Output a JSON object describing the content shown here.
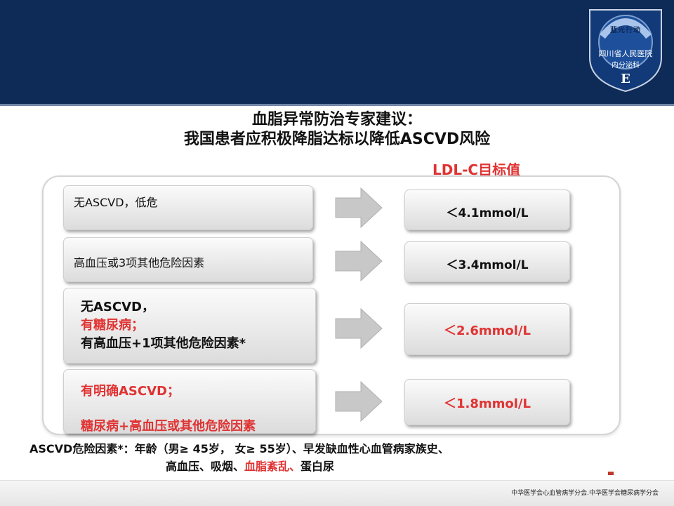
{
  "header": {
    "logo": {
      "arc_text": "蓝光行动",
      "line1": "四川省人民医院",
      "line2": "内分泌科",
      "letter": "E"
    }
  },
  "title": {
    "line1": "血脂异常防治专家建议：",
    "line2": "我国患者应积极降脂达标以降低ASCVD风险"
  },
  "target_heading": "LDL-C目标值",
  "rows": [
    {
      "condition": [
        "无ASCVD，低危"
      ],
      "target": "＜4.1mmol/L"
    },
    {
      "condition": [
        "高血压或3项其他危险因素"
      ],
      "target": "＜3.4mmol/L"
    },
    {
      "condition": [
        "无ASCVD，",
        "有糖尿病；",
        "有高血压+1项其他危险因素*"
      ],
      "target": "＜2.6mmol/L"
    },
    {
      "condition": [
        "有明确ASCVD；",
        "糖尿病+高血压或其他危险因素"
      ],
      "target": "＜1.8mmol/L"
    }
  ],
  "footnote": {
    "line1": "ASCVD危险因素*：年龄（男≥ 45岁， 女≥ 55岁）、早发缺血性心血管病家族史、",
    "line2_a": "高血压、吸烟、",
    "line2_red": "血脂紊乱、",
    "line2_b": "蛋白尿"
  },
  "source": "中华医学会心血管病学分会.中华医学会糖尿病学分会",
  "colors": {
    "header_bg": "#0e2a57",
    "accent_red": "#e03333",
    "box_gray": "#dcdcdc"
  }
}
